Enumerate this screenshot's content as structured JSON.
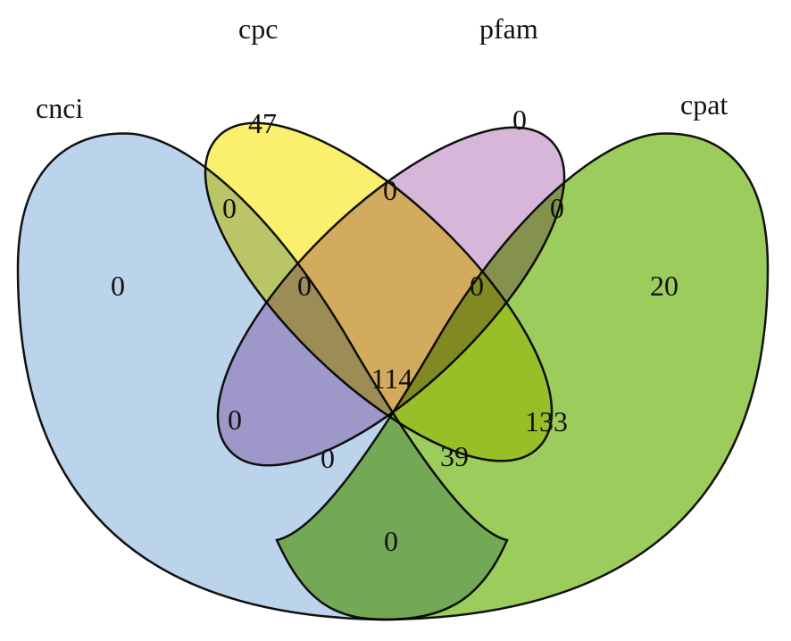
{
  "sets": [
    {
      "id": "cnci",
      "label": "cnci",
      "color": "#bcd3ec"
    },
    {
      "id": "cpc",
      "label": "cpc",
      "color": "#fbef6e"
    },
    {
      "id": "pfam",
      "label": "pfam",
      "color": "#d7b7d9"
    },
    {
      "id": "cpat",
      "label": "cpat",
      "color": "#9ccc5c"
    }
  ],
  "regions": {
    "cnci_only": "0",
    "cpc_only": "47",
    "pfam_only": "0",
    "cpat_only": "20",
    "cnci_cpc": "0",
    "cpc_pfam": "0",
    "pfam_cpat": "0",
    "cnci_cpc_pfam": "0",
    "cpc_pfam_cpat": "0",
    "all_four": "114",
    "cnci_pfam": "0",
    "cpc_cpat": "133",
    "cnci_pfam_cpat": "0",
    "cnci_cpc_cpat": "39",
    "cnci_cpat": "0"
  }
}
